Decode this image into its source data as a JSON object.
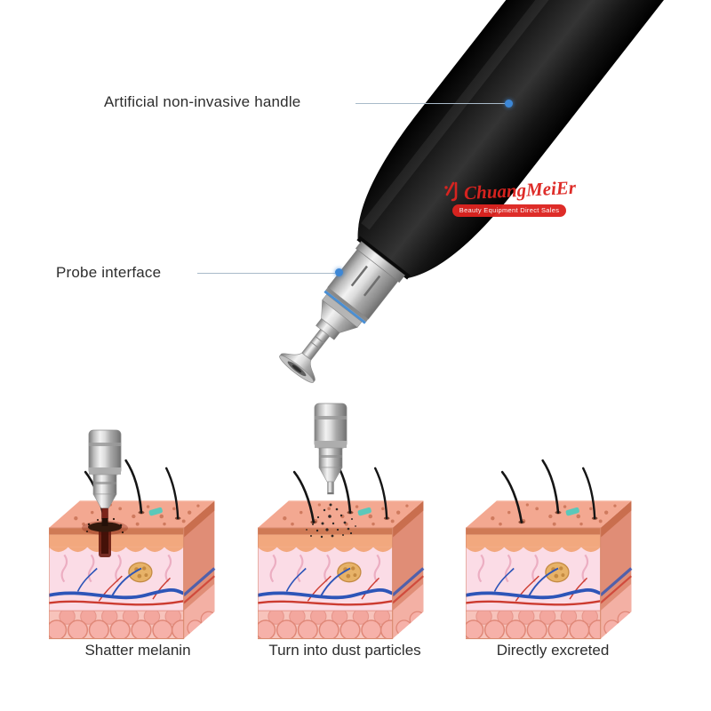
{
  "callouts": {
    "handle": {
      "label": "Artificial non-invasive handle"
    },
    "probe": {
      "label": "Probe interface"
    }
  },
  "watermark": {
    "brand": "ChuangMeiEr",
    "tagline": "Beauty Equipment Direct Sales"
  },
  "steps": [
    {
      "caption": "Shatter melanin"
    },
    {
      "caption": "Turn into dust particles"
    },
    {
      "caption": "Directly excreted"
    }
  ],
  "icons": {
    "callout_dot": "blue-point-marker",
    "brand_logo": "red-stroke-mark"
  },
  "colors": {
    "accent_blue": "#3d87d6",
    "brand_red": "#dd2420",
    "handle_black": "#141414",
    "metal_silver": "#c9c9c9",
    "skin_pink": "#f3a891",
    "callout_line": "#a9bac9"
  }
}
